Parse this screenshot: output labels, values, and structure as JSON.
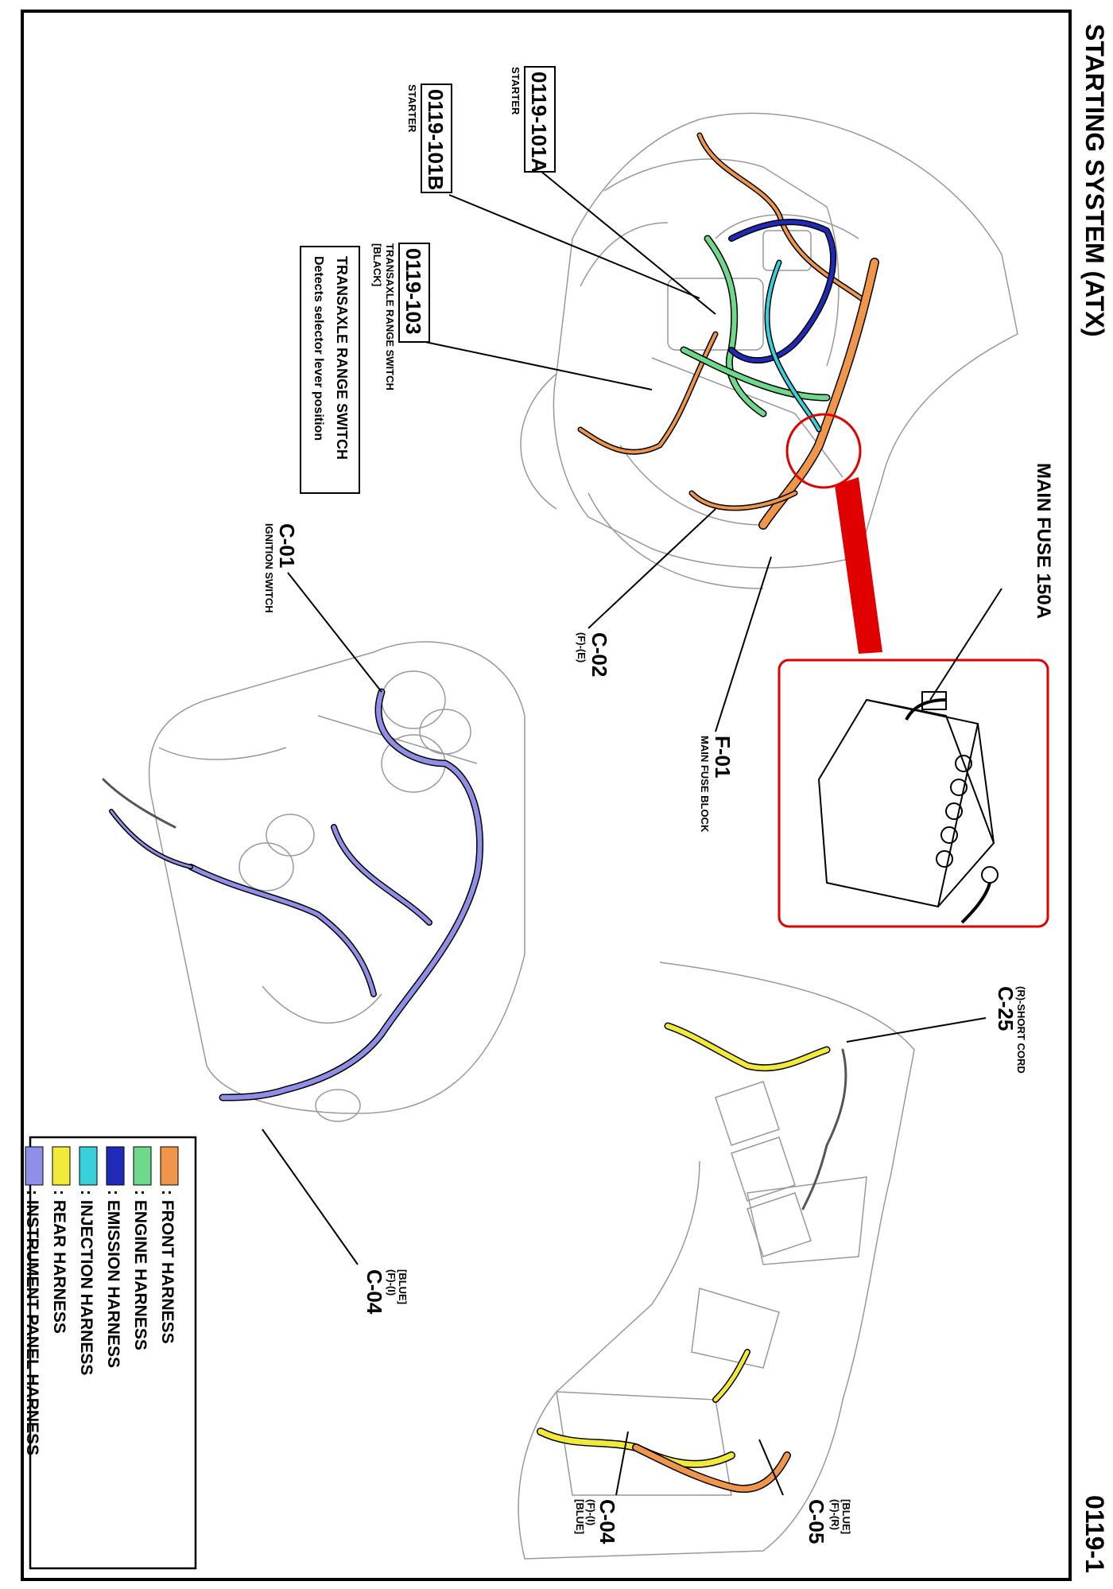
{
  "header": {
    "title": "STARTING SYSTEM (ATX)",
    "page_number": "0119-1"
  },
  "callouts": {
    "c_0119_101a": {
      "code": "0119-101A",
      "desc": "STARTER"
    },
    "c_0119_101b": {
      "code": "0119-101B",
      "desc": "STARTER"
    },
    "c_0119_103": {
      "code": "0119-103",
      "desc1": "TRANSAXLE RANGE SWITCH",
      "desc2": "[BLACK]",
      "box_title": "TRANSAXLE RANGE SWITCH",
      "box_text": "Detects selector lever position"
    },
    "c_01": {
      "code": "C-01",
      "desc": "IGNITION SWITCH"
    },
    "c_02": {
      "code": "C-02",
      "desc": "(F)-(E)"
    },
    "f_01": {
      "code": "F-01",
      "desc": "MAIN FUSE BLOCK"
    },
    "main_fuse": {
      "text": "MAIN FUSE 150A"
    },
    "c_25": {
      "code": "C-25",
      "desc": "(R)-SHORT CORD"
    },
    "c_04_dash": {
      "code": "C-04",
      "desc1": "(F)-(I)",
      "desc2": "[BLUE]"
    },
    "c_05": {
      "code": "C-05",
      "desc1": "(F)-(R)",
      "desc2": "[BLUE]"
    },
    "c_04_floor": {
      "code": "C-04",
      "desc1": "(F)-(I)",
      "desc2": "[BLUE]"
    }
  },
  "legend": [
    {
      "label": ": FRONT HARNESS",
      "color": "#f0964a"
    },
    {
      "label": ": ENGINE HARNESS",
      "color": "#6fd98b"
    },
    {
      "label": ": EMISSION HARNESS",
      "color": "#1f2bb8"
    },
    {
      "label": ": INJECTION HARNESS",
      "color": "#39d0dc"
    },
    {
      "label": ": REAR HARNESS",
      "color": "#f2ea3a"
    },
    {
      "label": ": INSTRUMENT PANEL HARNESS",
      "color": "#8f8fe8"
    }
  ],
  "colors": {
    "inset_border": "#e00000",
    "frame": "#000000"
  }
}
